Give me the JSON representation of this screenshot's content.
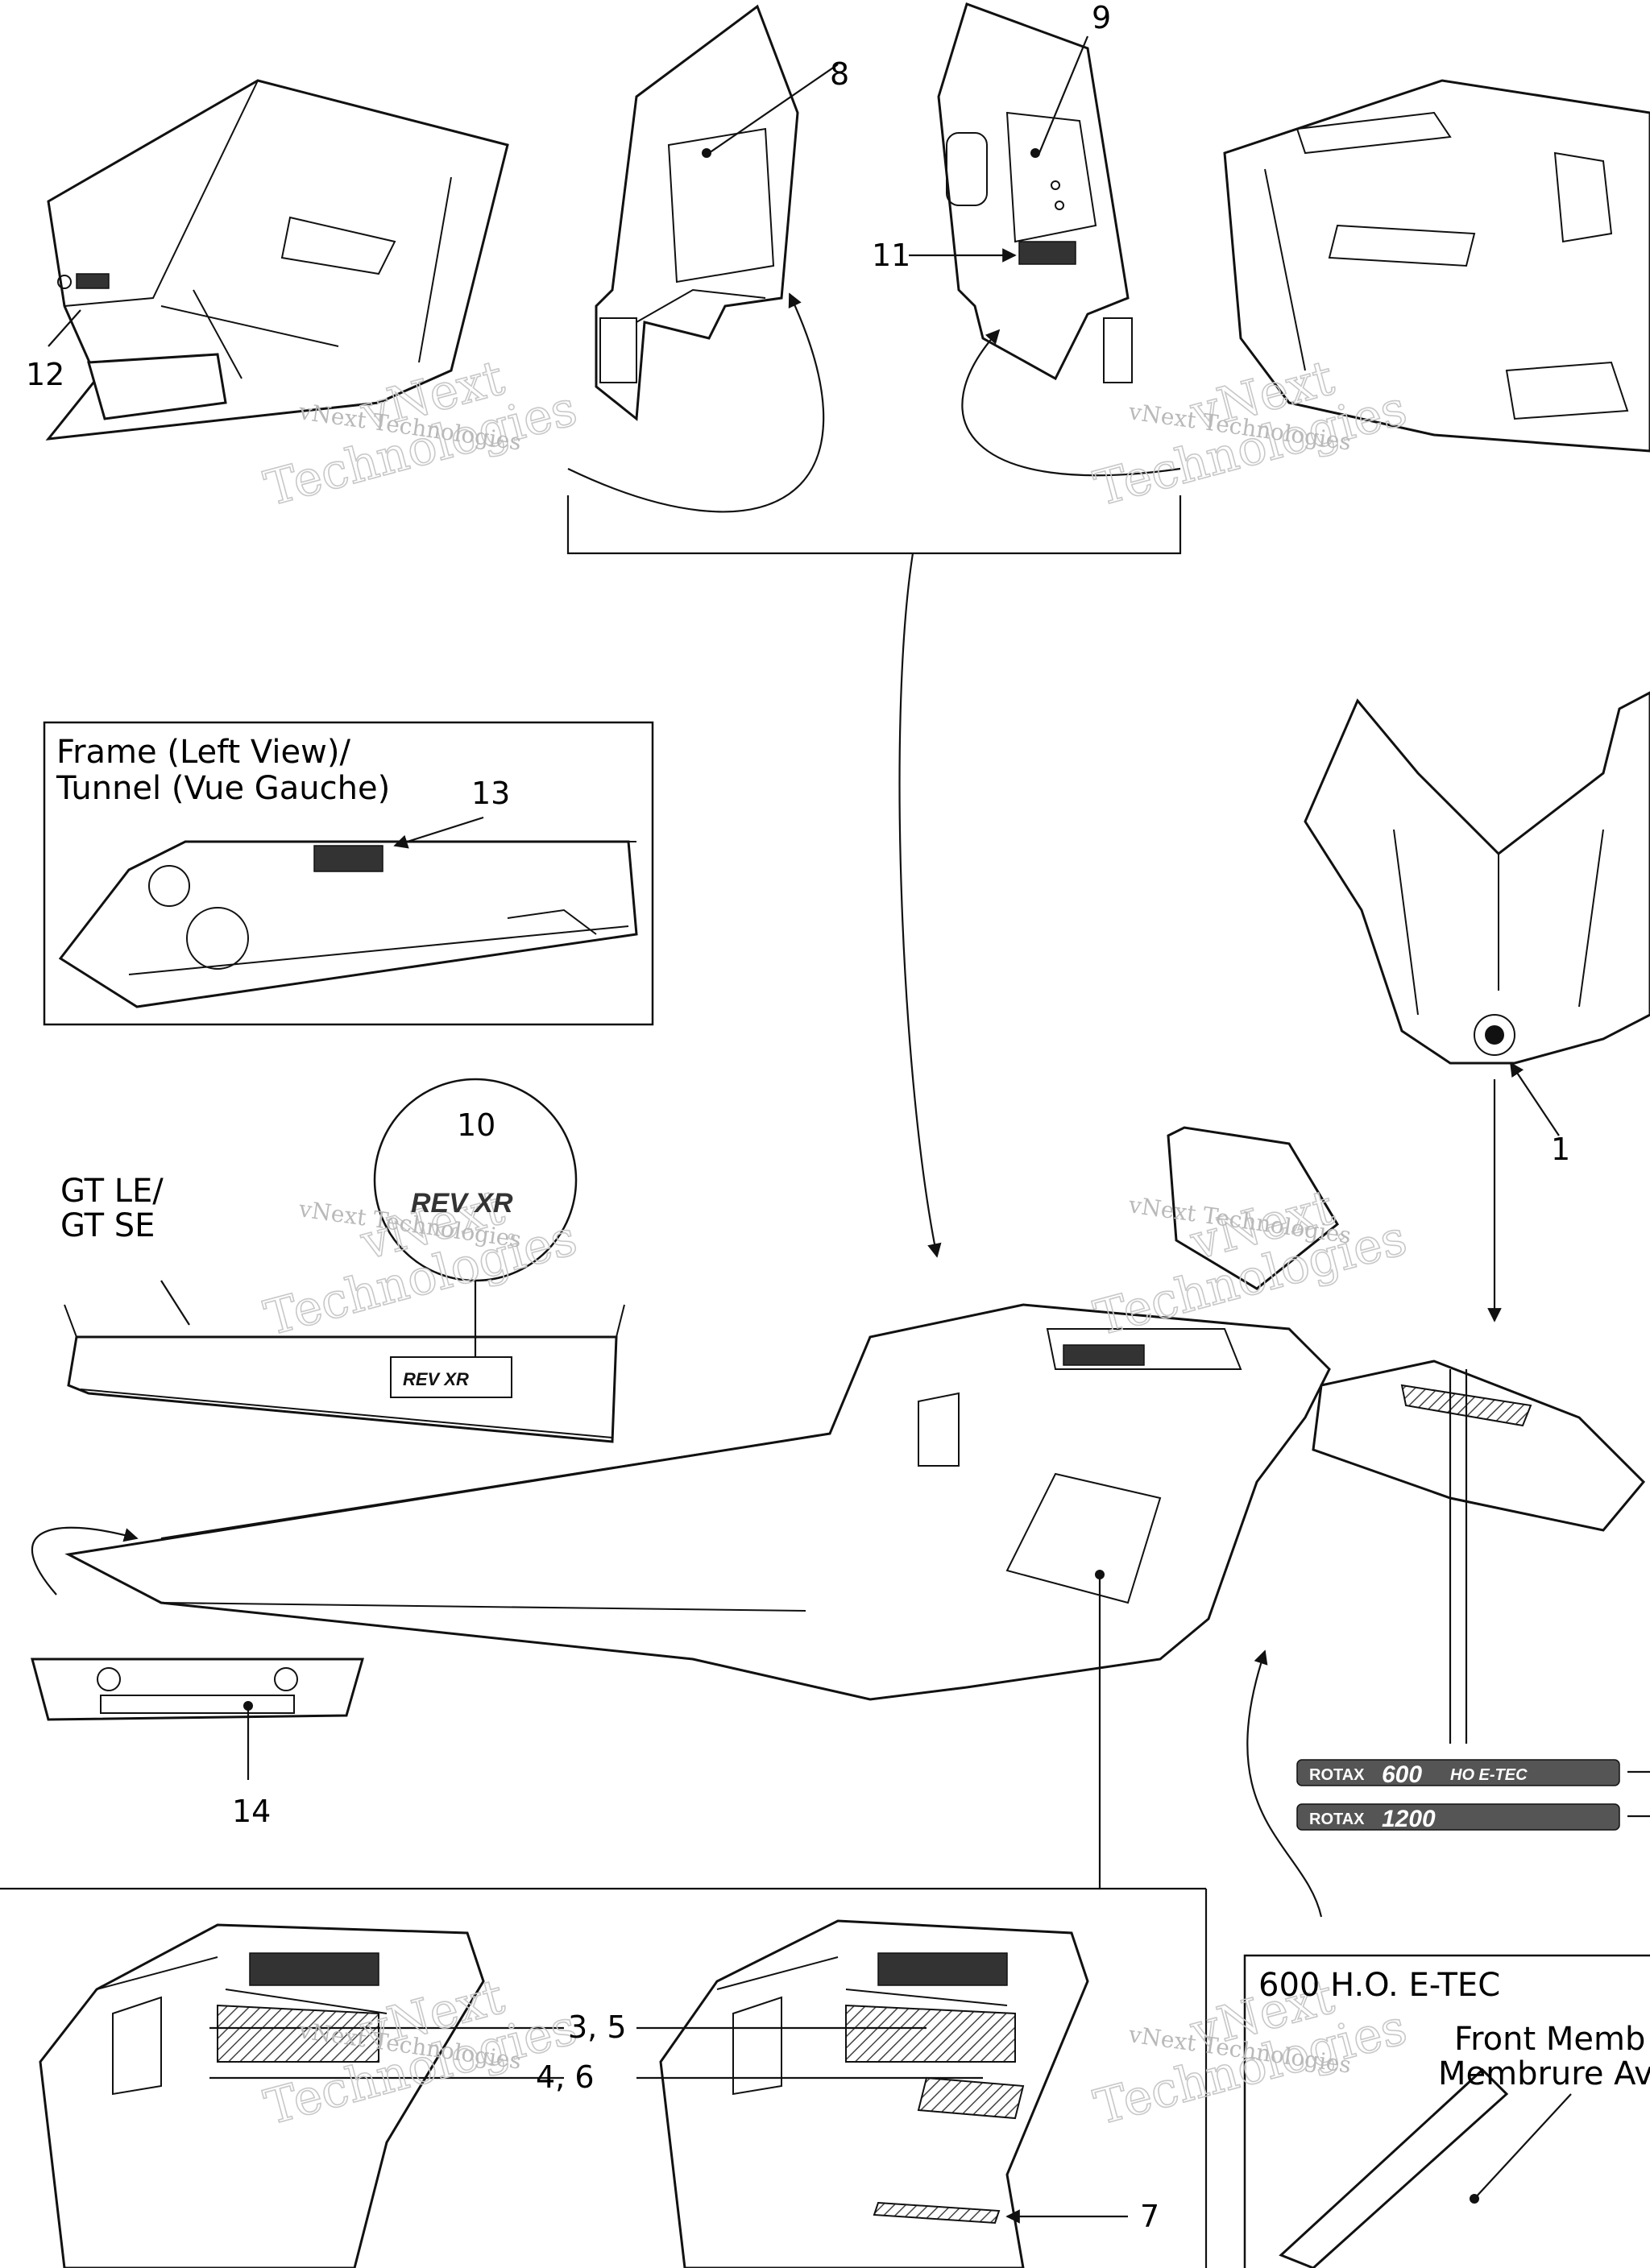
{
  "callouts": {
    "c1": "1",
    "c3_5": "3, 5",
    "c4_6": "4, 6",
    "c7": "7",
    "c8": "8",
    "c9": "9",
    "c10": "10",
    "c11": "11",
    "c12": "12",
    "c13": "13",
    "c14": "14"
  },
  "frame_box": {
    "title_line1": "Frame (Left View)/",
    "title_line2": "Tunnel (Vue Gauche)"
  },
  "gt_label": {
    "line1": "GT LE/",
    "line2": "GT SE"
  },
  "etec_box": {
    "title": "600 H.O. E-TEC",
    "member_line1": "Front Memb",
    "member_line2": "Membrure Av"
  },
  "decals": {
    "rotax_600": "ROTAX",
    "rotax_600_model": "600",
    "rotax_600_suffix": "HO E-TEC",
    "rotax_1200": "ROTAX",
    "rotax_1200_model": "1200",
    "rev_xr": "REV XR"
  },
  "watermark": {
    "line_a": "vNext",
    "line_b": "Technologies",
    "small": "vNext Technologies"
  }
}
